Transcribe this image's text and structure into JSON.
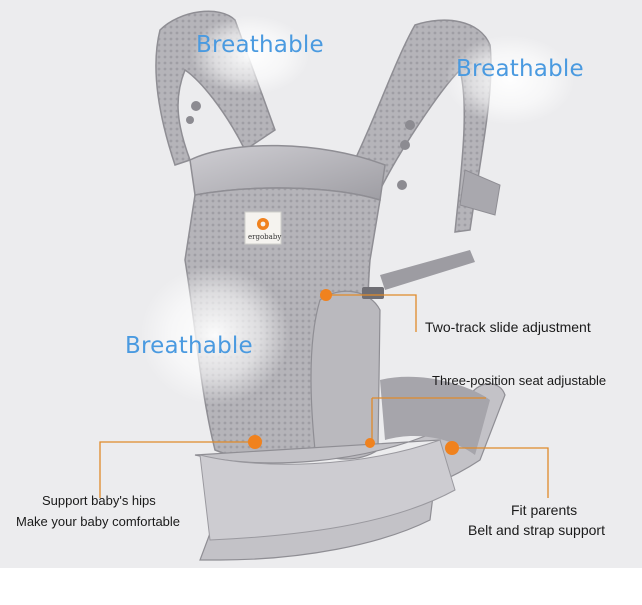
{
  "breathable_labels": [
    "Breathable",
    "Breathable",
    "Breathable"
  ],
  "features": {
    "slide_adjustment": "Two-track slide adjustment",
    "seat_adjustable": "Three-position seat adjustable",
    "hips_line1": "Support baby's hips",
    "hips_line2": "Make your baby comfortable",
    "fit_line1": "Fit parents",
    "fit_line2": "Belt and strap support"
  },
  "brand": "ergobaby",
  "colors": {
    "background": "#ffffff",
    "scene_bg": "#ececee",
    "fabric": "#b9b8bd",
    "fabric_dark": "#8f8e94",
    "accent_dot": "#f0821e",
    "leader_line": "#e08a2a",
    "breathable_text": "#4a9ae0"
  }
}
